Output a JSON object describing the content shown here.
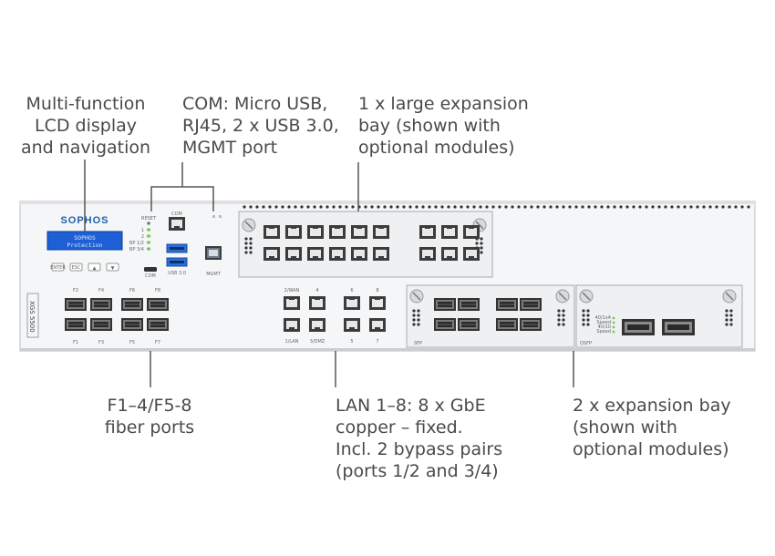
{
  "callouts": {
    "lcd": "Multi-function\nLCD display\nand navigation",
    "com": "COM: Micro USB,\nRJ45, 2 x USB 3.0,\nMGMT port",
    "large_bay": "1 x large expansion\nbay (shown with\noptional modules)",
    "fiber": "F1–4/F5-8\nfiber ports",
    "lan": "LAN 1–8: 8 x GbE\ncopper – fixed.\nIncl. 2 bypass pairs\n(ports 1/2 and 3/4)",
    "exp_bay": "2 x expansion bay\n(shown with\noptional modules)"
  },
  "device": {
    "brand": "SOPHOS",
    "lcd_line1": "SOPHOS",
    "lcd_line2": "Protection",
    "model": "XGS 5500",
    "reset_label": "RESET",
    "com_label": "COM",
    "console_label": "COM",
    "usb_label": "USB 3.0",
    "mgmt_label": "MGMT",
    "led_labels": [
      "1",
      "2",
      "BP 1/2",
      "BP 3/4"
    ],
    "nav_buttons": [
      "ENTER",
      "ESC",
      "▲",
      "▼"
    ],
    "fiber_top_labels": [
      "F2",
      "F4",
      "F6",
      "F8"
    ],
    "fiber_bottom_labels": [
      "F1",
      "F3",
      "F5",
      "F7"
    ],
    "lan_top_labels": [
      "2/WAN",
      "4",
      "6",
      "8"
    ],
    "lan_bottom_labels": [
      "1/LAN",
      "3/DMZ",
      "5",
      "7"
    ],
    "sfp_label": "SFP",
    "qsfp_label": "QSFP",
    "qsfp_leds": [
      "40/1x4",
      "Speed",
      "40/10",
      "Speed"
    ]
  },
  "colors": {
    "text": "#4a4a4a",
    "leader": "#555555",
    "chassis": "#f4f6f8",
    "port": "#3c3c3c",
    "brand": "#1f5fae",
    "lcd": "#1e5fd6",
    "usb": "#2a6fd6"
  }
}
